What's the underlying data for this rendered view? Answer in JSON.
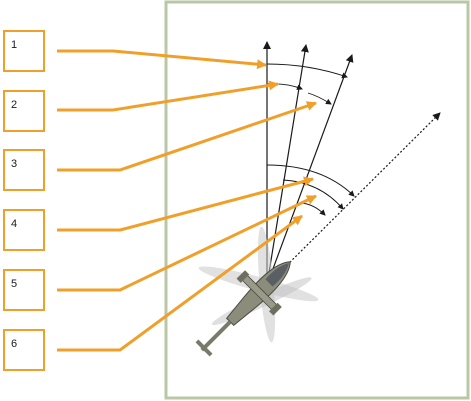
{
  "callouts": [
    {
      "id": 1,
      "label": "1"
    },
    {
      "id": 2,
      "label": "2"
    },
    {
      "id": 3,
      "label": "3"
    },
    {
      "id": 4,
      "label": "4"
    },
    {
      "id": 5,
      "label": "5"
    },
    {
      "id": 6,
      "label": "6"
    }
  ],
  "colors": {
    "accent": "#f0a02a",
    "frame": "#b9c7a4",
    "ink": "#1a1a1a"
  },
  "icons": {
    "aircraft": "helicopter-icon"
  }
}
